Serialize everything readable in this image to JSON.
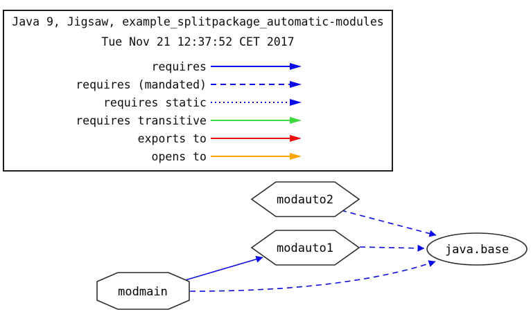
{
  "header": {
    "title": "Java 9, Jigsaw, example_splitpackage_automatic-modules",
    "timestamp": "Tue Nov 21 12:37:52 CET 2017"
  },
  "legend": {
    "items": [
      {
        "label": "requires",
        "style": "solid",
        "color": "#0b0be6"
      },
      {
        "label": "requires (mandated)",
        "style": "dashed",
        "color": "#0b0be6"
      },
      {
        "label": "requires static",
        "style": "dotted",
        "color": "#0b0be6"
      },
      {
        "label": "requires transitive",
        "style": "solid",
        "color": "#3cd83c"
      },
      {
        "label": "exports to",
        "style": "solid",
        "color": "#ee1111"
      },
      {
        "label": "opens to",
        "style": "solid",
        "color": "#ffa500"
      }
    ]
  },
  "graph": {
    "edge_color": "#0b0be6",
    "nodes": [
      {
        "id": "modauto2",
        "label": "modauto2",
        "shape": "hexagon"
      },
      {
        "id": "modauto1",
        "label": "modauto1",
        "shape": "hexagon"
      },
      {
        "id": "modmain",
        "label": "modmain",
        "shape": "octagon"
      },
      {
        "id": "java.base",
        "label": "java.base",
        "shape": "ellipse"
      }
    ],
    "edges": [
      {
        "from": "modauto2",
        "to": "java.base",
        "relation": "requires (mandated)",
        "style": "dashed",
        "color": "#0b0be6"
      },
      {
        "from": "modauto1",
        "to": "java.base",
        "relation": "requires (mandated)",
        "style": "dashed",
        "color": "#0b0be6"
      },
      {
        "from": "modmain",
        "to": "modauto1",
        "relation": "requires",
        "style": "solid",
        "color": "#0b0be6"
      },
      {
        "from": "modmain",
        "to": "java.base",
        "relation": "requires (mandated)",
        "style": "dashed",
        "color": "#0b0be6"
      }
    ]
  }
}
